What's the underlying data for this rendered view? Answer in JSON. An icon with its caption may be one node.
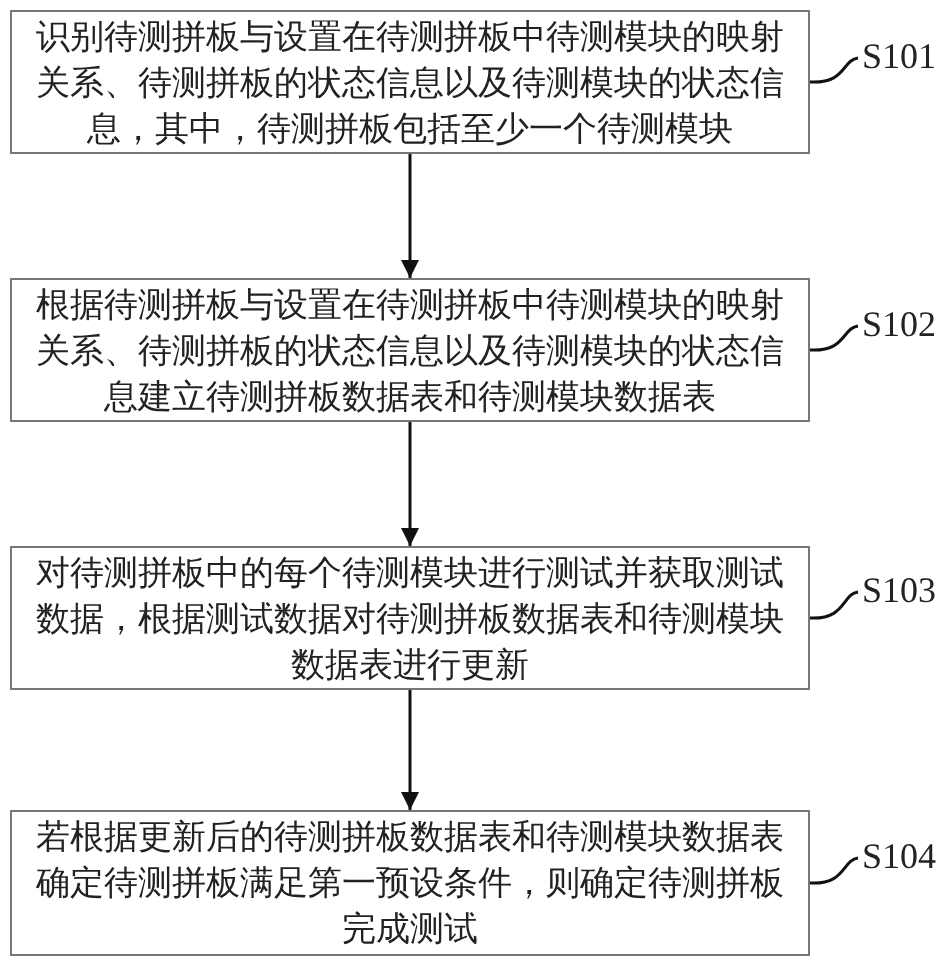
{
  "diagram": {
    "nodes": [
      {
        "text": [
          "识别待测拼板与设置在待测拼板中待测模块的映射关系、待测拼板的状态信息以及待测模块的状态信息，其中，待测拼板包括至少一个待测模块"
        ]
      },
      {
        "text": [
          "根据待测拼板与设置在待测拼板中待测模块的映射关系、待测拼板的状态信息以及待测模块的状态信息建立待测拼板数据表和待测模块数据表"
        ]
      },
      {
        "text": [
          "对待测拼板中的每个待测模块进行测试并获取测试数据，根据测试数据对待测拼板数据表和待测模块数据表进行更新"
        ]
      },
      {
        "text": [
          "若根据更新后的待测拼板数据表和待测模块数据表确定待测拼板满足第一预设条件，则确定待测拼板完成测试"
        ]
      },
      {
        "text": [
          "S101"
        ]
      },
      {
        "text": [
          "S102"
        ]
      },
      {
        "text": [
          "S103"
        ]
      },
      {
        "text": [
          "S104"
        ]
      }
    ],
    "edges": [
      {
        "from": 0,
        "to": 1,
        "arrow": "to"
      },
      {
        "from": 1,
        "to": 2,
        "arrow": "to"
      },
      {
        "from": 2,
        "to": 3,
        "arrow": "to"
      },
      {
        "from": 4,
        "to": 0,
        "arrow": "none"
      },
      {
        "from": 5,
        "to": 1,
        "arrow": "none"
      },
      {
        "from": 6,
        "to": 2,
        "arrow": "none"
      },
      {
        "from": 7,
        "to": 3,
        "arrow": "none"
      }
    ]
  }
}
